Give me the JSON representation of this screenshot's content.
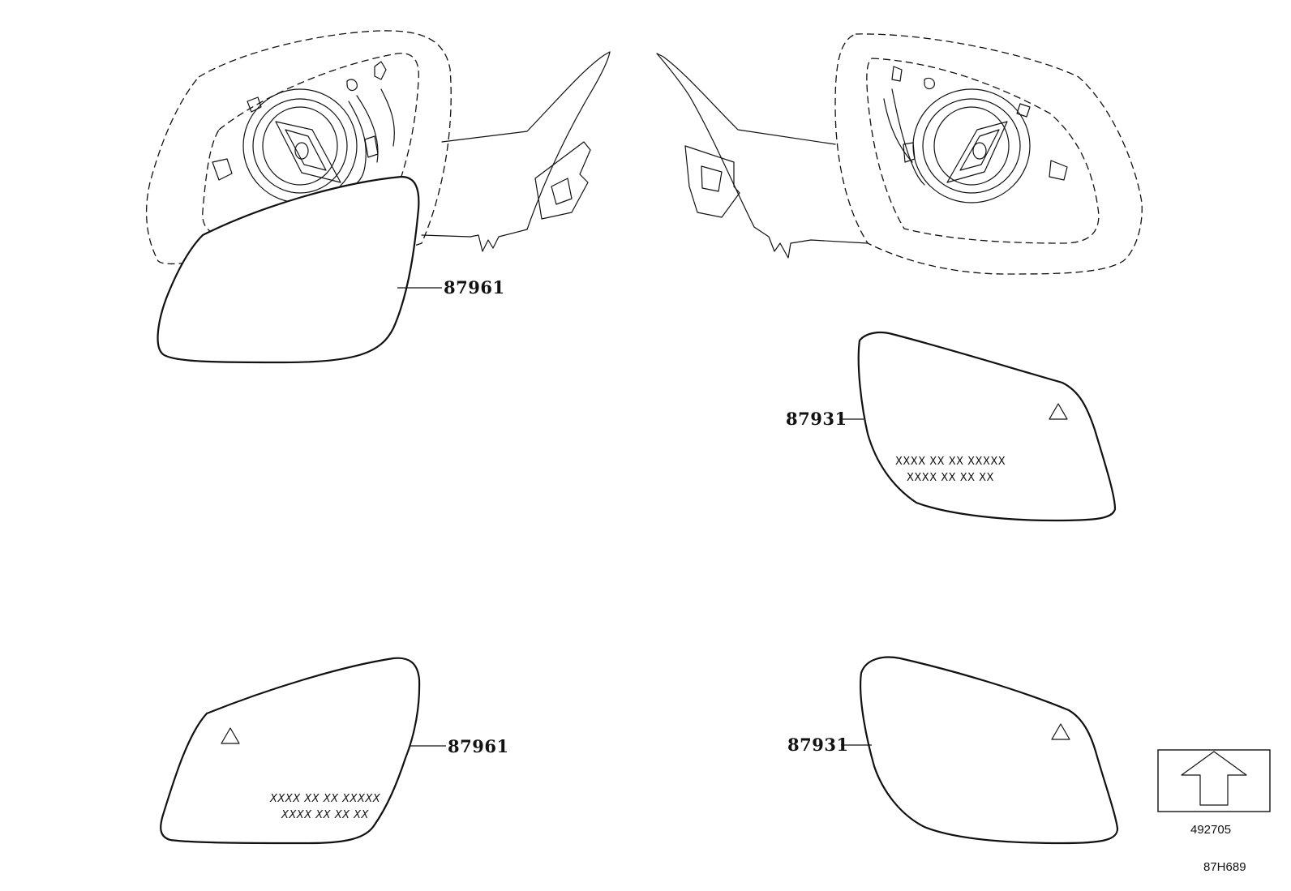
{
  "callouts": {
    "top_left": "87961",
    "right_mid": "87931",
    "bottom_left": "87961",
    "bottom_right": "87931"
  },
  "glass_markings": {
    "right_mid_line1": "XXXX XX XX XXXXX",
    "right_mid_line2": "XXXX XX XX XX",
    "bottom_left_line1": "XXXX XX XX XXXXX",
    "bottom_left_line2": "XXXX XX XX XX"
  },
  "reference_box": {
    "icon": "up-arrow-icon",
    "code": "492705"
  },
  "diagram_code": "87H689"
}
